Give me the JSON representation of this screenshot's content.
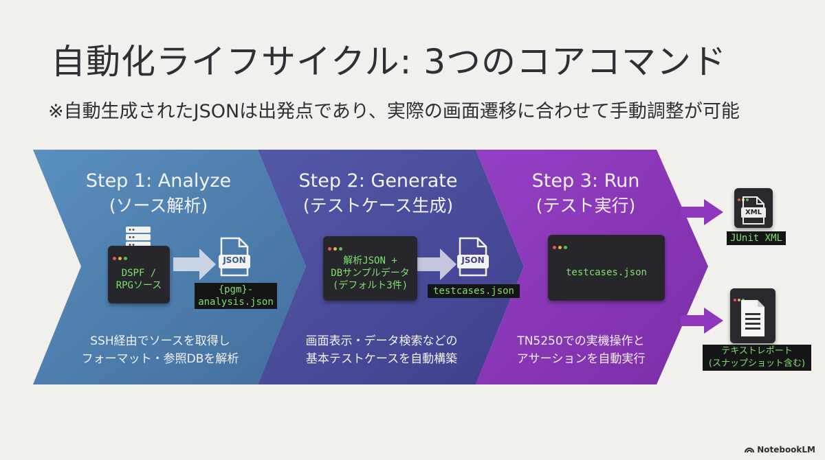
{
  "title": "自動化ライフサイクル: 3つのコアコマンド",
  "subtitle": "※自動生成されたJSONは出発点であり、実際の画面遷移に合わせて手動調整が可能",
  "steps": [
    {
      "title": "Step 1: Analyze",
      "sub": "(ソース解析)",
      "terminal": "DSPF /\nRPGソース",
      "file_badge": "JSON",
      "output": "{pgm}-\nanalysis.json",
      "desc": "SSH経由でソースを取得し\nフォーマット・参照DBを解析",
      "color": "#4e7fae"
    },
    {
      "title": "Step 2: Generate",
      "sub": "(テストケース生成)",
      "terminal": "解析JSON +\nDBサンプルデータ\n(デフォルト3件)",
      "file_badge": "JSON",
      "output": "testcases.json",
      "desc": "画面表示・データ検索などの\n基本テストケースを自動構築",
      "color": "#4b4b9c"
    },
    {
      "title": "Step 3: Run",
      "sub": "(テスト実行)",
      "terminal": "testcases.json",
      "desc": "TN5250での実機操作と\nアサーションを自動実行",
      "color": "#8a37b8"
    }
  ],
  "outputs": [
    {
      "badge": "XML",
      "label": "JUnit XML",
      "icon": "xml-file-icon"
    },
    {
      "label": "テキストレポート\n(スナップショット含む)",
      "icon": "text-report-file-icon"
    }
  ],
  "watermark": "NotebookLM"
}
